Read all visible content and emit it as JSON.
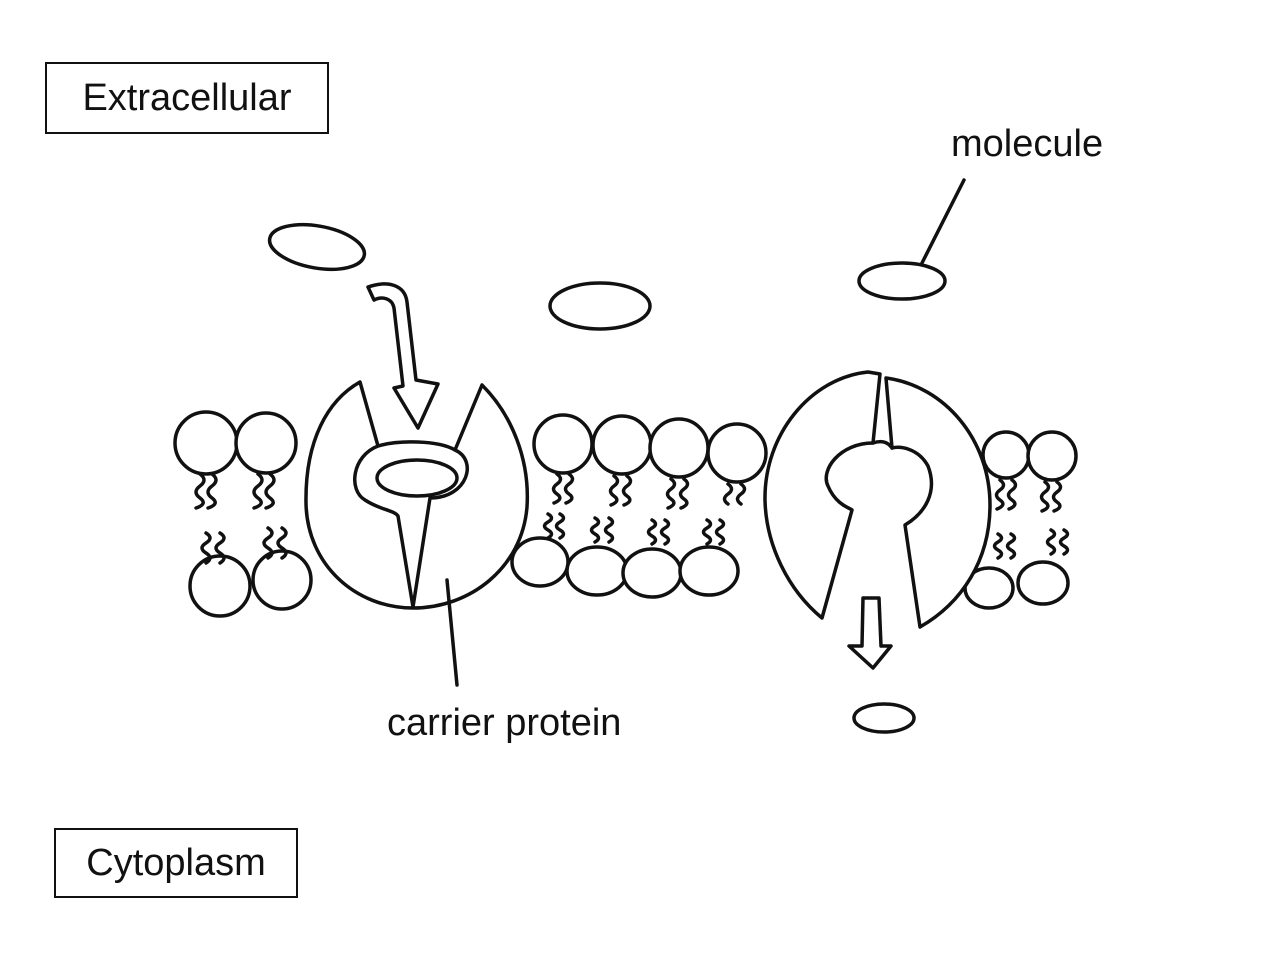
{
  "labels": {
    "extracellular": "Extracellular",
    "cytoplasm": "Cytoplasm",
    "molecule": "molecule",
    "carrier_protein": "carrier protein"
  },
  "colors": {
    "ink": "#111111",
    "background": "#ffffff"
  }
}
